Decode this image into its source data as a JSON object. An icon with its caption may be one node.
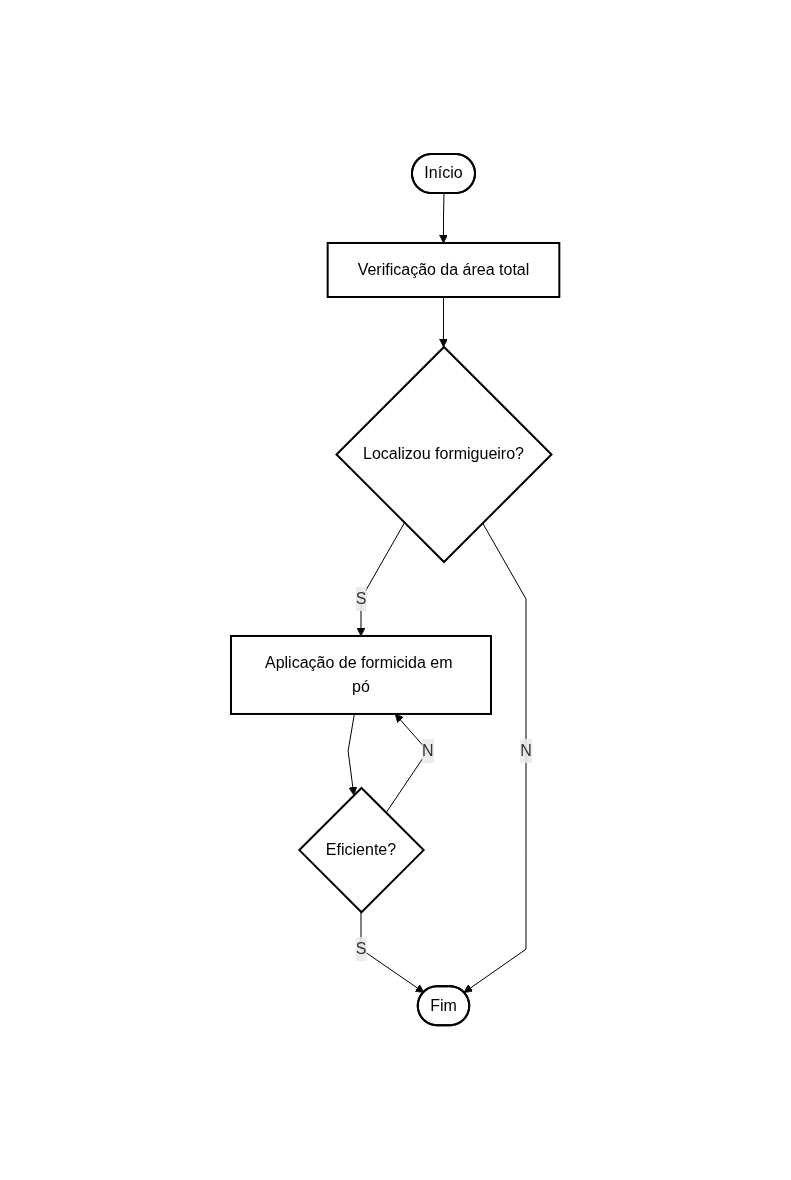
{
  "diagram": {
    "nodes": [
      {
        "text": [
          "Início"
        ]
      },
      {
        "text": [
          "Verificação da área total"
        ]
      },
      {
        "text": [
          "Localizou formigueiro?"
        ]
      },
      {
        "text": [
          "Aplicação de formicida em pó"
        ]
      },
      {
        "text": [
          "Eficiente?"
        ]
      },
      {
        "text": [
          "Fim"
        ]
      }
    ],
    "edges": [
      {
        "from": 0,
        "to": 1,
        "arrow": "to"
      },
      {
        "from": 1,
        "to": 2,
        "arrow": "to"
      },
      {
        "from": 2,
        "to": 3,
        "arrow": "to",
        "label": "S"
      },
      {
        "from": 3,
        "to": 4,
        "arrow": "to"
      },
      {
        "from": 4,
        "to": 3,
        "arrow": "to",
        "label": "N"
      },
      {
        "from": 4,
        "to": 5,
        "arrow": "to",
        "label": "S"
      },
      {
        "from": 2,
        "to": 5,
        "arrow": "to",
        "label": "N"
      }
    ]
  }
}
